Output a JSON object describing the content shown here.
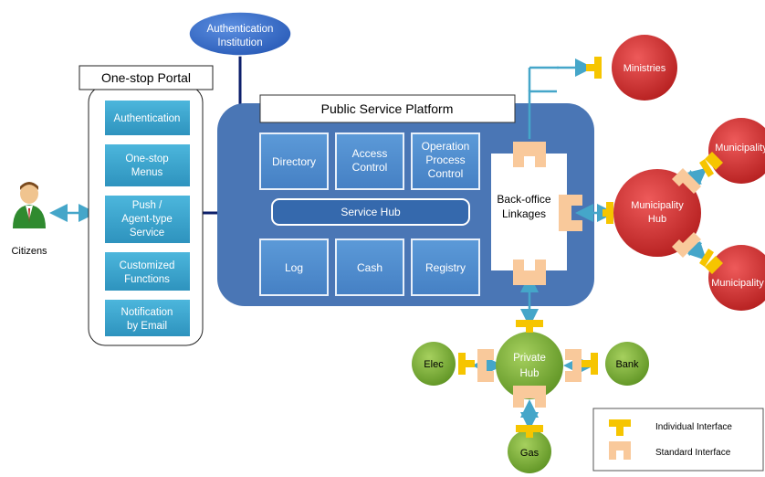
{
  "colors": {
    "platform_blue": "#4a76b5",
    "module_blue": "#4f8ed0",
    "portal_teal": "#3aa2cc",
    "hub_blue": "#3569ad",
    "connector_navy": "#0c1f6b",
    "red_node": "#cf2a2a",
    "green_node": "#7fb03c",
    "arrow_blue": "#45a6c9",
    "individual_interface": "#f6c500",
    "standard_interface": "#f9c99b"
  },
  "portal": {
    "title": "One-stop Portal",
    "items": [
      {
        "line1": "Authentication",
        "line2": "",
        "line3": ""
      },
      {
        "line1": "One-stop",
        "line2": "Menus",
        "line3": ""
      },
      {
        "line1": "Push /",
        "line2": "Agent-type",
        "line3": "Service"
      },
      {
        "line1": "Customized",
        "line2": "Functions",
        "line3": ""
      },
      {
        "line1": "Notification",
        "line2": "by Email",
        "line3": ""
      }
    ]
  },
  "auth_institution": {
    "line1": "Authentication",
    "line2": "Institution"
  },
  "citizens": {
    "label": "Citizens"
  },
  "platform": {
    "title": "Public Service Platform",
    "modules_top": [
      {
        "line1": "Directory",
        "line2": "",
        "line3": ""
      },
      {
        "line1": "Access",
        "line2": "Control",
        "line3": ""
      },
      {
        "line1": "Operation",
        "line2": "Process",
        "line3": "Control"
      }
    ],
    "service_hub": "Service Hub",
    "modules_bottom": [
      "Log",
      "Cash",
      "Registry"
    ],
    "back_office": {
      "line1": "Back-office",
      "line2": "Linkages"
    }
  },
  "external": {
    "ministries": "Ministries",
    "municipality_hub": {
      "line1": "Municipality",
      "line2": "Hub"
    },
    "municipality_top": "Municipality",
    "municipality_bottom": "Municipality",
    "private_hub": {
      "line1": "Private",
      "line2": "Hub"
    },
    "elec": "Elec",
    "bank": "Bank",
    "gas": "Gas"
  },
  "legend": {
    "individual": "Individual Interface",
    "standard": "Standard Interface"
  }
}
